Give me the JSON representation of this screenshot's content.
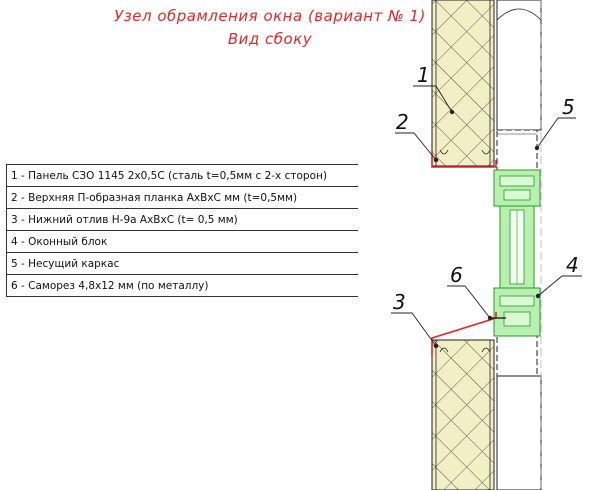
{
  "title": {
    "line1": "Узел обрамления окна (вариант № 1)",
    "line2": "Вид сбоку"
  },
  "legend": [
    {
      "text": "1 - Панель СЗО 1145 2х0,5С (сталь t=0,5мм с 2-х сторон)"
    },
    {
      "text": "2 - Верхняя П-образная планка АхВхС мм (t=0,5мм)"
    },
    {
      "text": "3 - Нижний отлив Н-9а АхВхС (t= 0,5 мм)"
    },
    {
      "text": "4 - Оконный блок"
    },
    {
      "text": "5 - Несущий каркас"
    },
    {
      "text": "6 - Саморез 4,8х12 мм (по металлу)"
    }
  ],
  "callouts": [
    {
      "label": "1"
    },
    {
      "label": "2"
    },
    {
      "label": "5"
    },
    {
      "label": "6"
    },
    {
      "label": "4"
    },
    {
      "label": "3"
    }
  ],
  "colors": {
    "title": "#e0282a",
    "flashing": "#e0282a",
    "insulation": "#f2efc4",
    "window_frame": "#b8f0b0",
    "window_stroke": "#2a9a2a",
    "line": "#222222"
  }
}
